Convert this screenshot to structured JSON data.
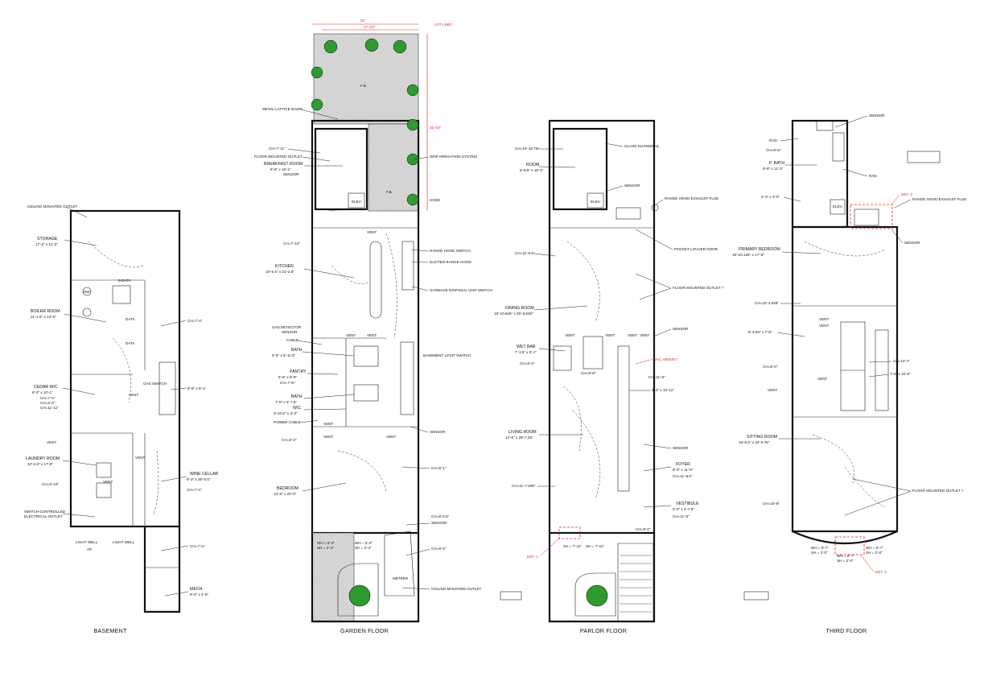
{
  "colors": {
    "line": "#111111",
    "accent_red": "#dd2222",
    "tree": "#2f9a2f",
    "paving": "#c8c8c8"
  },
  "floors": {
    "basement": {
      "title": "BASEMENT",
      "labels": {
        "ceiling_outlet": "CEILING MOUNTED OUTLET",
        "storage": "STORAGE",
        "storage_dim": "17'-2\" x 11'-3\"",
        "data1": "8-DATA",
        "boiler": "BOILER ROOM",
        "boiler_dim": "11'-1.5\" x 13'-6\"",
        "hw": "HW",
        "data2": "DATA",
        "data3": "DATA",
        "ch1": "CH=7'-4\"",
        "cedar": "CEDAR W/C",
        "cedar_dim": "8'-2\" x 10'-1\"",
        "ch2": "CH=7'-4\"",
        "ch3": "CH=6'-2\"",
        "ch4": "CH=11'-11\"",
        "gas": "GAS SWITCH",
        "stair_dim": "8'-5\" x 9'-1\"",
        "vent1": "VENT",
        "vent2": "VENT",
        "vent3": "VENT",
        "vent4": "VENT",
        "laundry": "LAUNDRY ROOM",
        "laundry_dim": "10'-2.5\" x 17'-8\"",
        "ch5": "CH=6'-10\"",
        "wine": "WINE CELLAR",
        "wine_dim": "8'-3\" x 26'-0.5\"",
        "ch6": "CH=7'-4\"",
        "switch": "SWITCH-CONTROLLED",
        "switch2": "ELECTRICAL OUTLET",
        "lightwell1": "LIGHT WELL",
        "lightwell2": "LIGHT WELL",
        "ap": "AP",
        "ch7": "CH=7'-3\"",
        "mech": "MECH.",
        "mech_dim": "8'-0\" x 4'-8\""
      }
    },
    "garden": {
      "title": "GARDEN FLOOR",
      "labels": {
        "dim22": "22'",
        "dim17": "17'-10\"",
        "lot": "LOT LINE?",
        "dim31": "31'-10\"",
        "fb1": "F.B.",
        "lattice": "METAL LATTICE DOOR",
        "ch1": "CH=7'-11\"",
        "floor_outlet": "FLOOR MOUNTED OUTLET",
        "breakfast": "BREAKFAST ROOM",
        "breakfast_dim": "8'-8\" x 15'-1\"",
        "sensor1": "SENSOR",
        "irrigation": "DRIP IRRIGATION SYSTEM",
        "fb2": "F.B.",
        "vent1": "VENT",
        "elev": "ELEV.",
        "hose": "HOSE",
        "vent2": "VENT",
        "ch2": "CH=7'-10\"",
        "hood_switch": "RANGE HOOD SWITCH",
        "ducted": "DUCTED RANGE HOOD",
        "kitchen": "KITCHEN",
        "kitchen_dim": "16'-6.5\" x 21'-2.5\"",
        "garbage": "GARBAGE DISPOSAL UNIT SWITCH",
        "gas_det": "GAS DETECTOR",
        "sensor2": "SENSOR",
        "cable": "CABLE",
        "vent3": "VENT",
        "vent4": "VENT",
        "bath1": "BATH",
        "bath1_dim": "5'-8\" x 6'-11.5\"",
        "basement_lights": "BASEMENT LIGHT SWITCH",
        "pantry": "PANTRY",
        "pantry_dim": "5'-6\" x 9'-8\"",
        "ch3": "CH=7'-8\"",
        "bath2": "BATH",
        "bath2_dim": "7'-0\" x 5'-7.5\"",
        "wic": "W/C",
        "wic_dim": "3'-10.5\" x 4'-3\"",
        "power": "POWER CABLE",
        "vent5": "VENT",
        "sensor3": "SENSOR",
        "ch4": "CH=8'-3\"",
        "vent6": "VENT",
        "vent7": "VENT",
        "ch5": "CH=8'-1\"",
        "bedroom": "BEDROOM",
        "bedroom_dim": "13'-8\" x 20'-0\"",
        "ch6": "CH=8'-2.5\"",
        "sensor4": "SENSOR",
        "wh1": "WH = 5'-0\"",
        "sh1": "SH = 2'-4\"",
        "wh2": "WH = 5'-0\"",
        "sh2": "SH = 2'-4\"",
        "ch7": "CH=8'-2\"",
        "meters": "METERS",
        "ceiling_outlet": "CEILING MOUNTED OUTLET"
      }
    },
    "parlor": {
      "title": "PARLOR FLOOR",
      "labels": {
        "ch1": "CH=10'-10.75\"",
        "guardrail": "GLASS GUARDRAIL",
        "room": "ROOM",
        "room_dim": "8'-9.5\" x 15'-2\"",
        "sensor1": "SENSOR",
        "elev": "ELEV.",
        "flue": "RANGE HOOD EXHAUST FLUE",
        "pocket": "POCKET LOUVER DOOR",
        "ch2": "CH=11'-9.5\"",
        "floor_outlet": "FLOOR MOUNTED OUTLET ?",
        "dining": "DINING ROOM",
        "dining_dim": "18'-10.625\" x 20'-8.625\"",
        "vent1": "VENT",
        "vent2": "VENT",
        "vent3": "VENT",
        "vent4": "VENT",
        "sensor2": "SENSOR",
        "wetbar": "WET BAR",
        "wetbar_dim": "7'-1.5\" x 5'-1\"",
        "hvac": "HVAC ABOVE?",
        "ch3": "CH=8'-0\"",
        "ch4": "CH=9'-8\"",
        "ch5": "CH=11'-8\"",
        "stair_dim": "8'-2\" x 16'-11\"",
        "living": "LIVING ROOM",
        "living_dim": "12'-0\" x 28'-7.25\"",
        "sensor3": "SENSOR",
        "foyer": "FOYER",
        "foyer_dim": "8'-0\" x 11'-8\"",
        "ch6": "CH=11'-8.5\"",
        "ch7": "CH=11'-7.625\"",
        "vestibule": "VESTIBULE",
        "vestibule_dim": "5'-0\" x 4'-7.5\"",
        "ch8": "CH=11'-8\"",
        "det1": "DET. 1",
        "sh1": "SH = 7'-11\"",
        "sh2": "SH = 7'-11\"",
        "ch9": "CH=9'-2\""
      }
    },
    "third": {
      "title": "THIRD FLOOR",
      "labels": {
        "sensor1": "SENSOR",
        "rad1": "RAD.",
        "ch1": "CH=8'-8\"",
        "pbath": "P. BATH",
        "pbath_dim": "8'-9\" x 11'-3\"",
        "rad2": "RAD.",
        "det3": "DET. 3",
        "dim33": "3'-3\" x 3'-0\"",
        "elev": "ELEV.",
        "flue": "RANGE HOOD EXHAUST FLUE",
        "sensor2": "SENSOR",
        "primary": "PRIMARY BEDROOM",
        "primary_dim": "18'-10.125\" x 17'-8\"",
        "ch2": "CH=10'-4.625\"",
        "vent1": "VENT",
        "vent2": "VENT",
        "vent3": "VENT",
        "vent4": "VENT",
        "closet1_dim": "8'-3.25\" x 7'-8\"",
        "ch3": "CH=8'-0\"",
        "ch4": "CH=10'-7\"",
        "closet2_dim": "7'-8\" x 16'-8\"",
        "sitting": "SITTING ROOM",
        "sitting_dim": "18'-8.5\" x 22'-5.75\"",
        "floor_outlet": "FLOOR MOUNTED OUTLET ?",
        "ch5": "CH=10'-8\"",
        "wh1": "WH = 8'-7\"",
        "sh1": "SH = 2'-0\"",
        "wh2": "WH = 8'-7\"",
        "sh2": "SH = 2'-0\"",
        "wh3": "WH = 8'-7\"",
        "sh3": "SH = 2'-0\"",
        "det2": "DET. 2"
      }
    }
  }
}
